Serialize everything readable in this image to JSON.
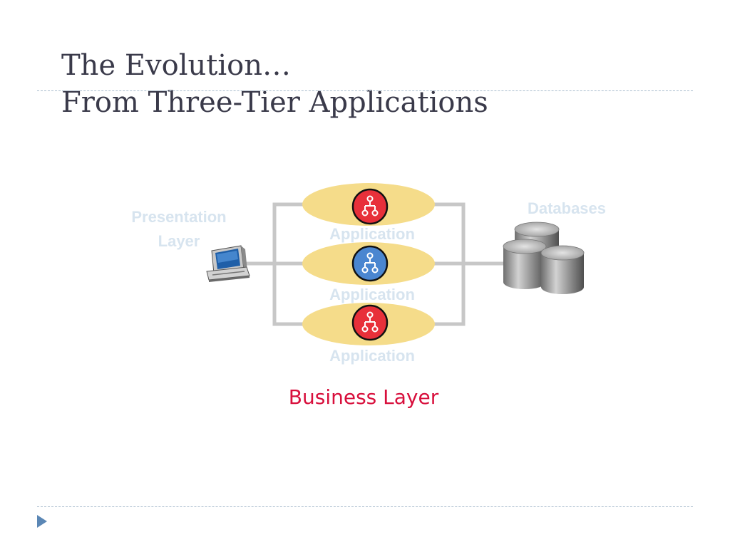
{
  "slide": {
    "title_line1": "The Evolution…",
    "title_line2": "From Three-Tier Applications"
  },
  "diagram": {
    "presentation_label": "Presentation Layer",
    "databases_label": "Databases",
    "application_label": "Application",
    "business_layer_label": "Business Layer",
    "applications": [
      {
        "label": "Application",
        "icon_color": "#e8303a"
      },
      {
        "label": "Application",
        "icon_color": "#4a86d0"
      },
      {
        "label": "Application",
        "icon_color": "#e8303a"
      }
    ]
  },
  "colors": {
    "title": "#3a3a4a",
    "accent": "#d80f3c",
    "faint_label": "#d7e4ef",
    "ellipse": "#f5dc8a",
    "connector": "#c7c7c7"
  },
  "icons": [
    "computer-icon",
    "database-icon",
    "org-chart-icon",
    "triangle-bullet-icon"
  ]
}
